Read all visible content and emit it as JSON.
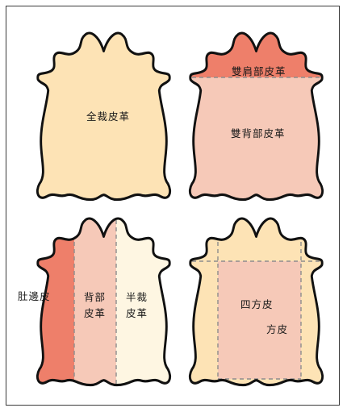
{
  "panels": {
    "whole": {
      "label": "全裁皮革"
    },
    "double": {
      "shoulder_label": "雙肩部皮革",
      "back_label": "雙背部皮革"
    },
    "half": {
      "belly_label": "肚邊皮",
      "back_label_line1": "背部",
      "back_label_line2": "皮革",
      "side_label_line1": "半裁",
      "side_label_line2": "皮革"
    },
    "square": {
      "square_label": "四方皮",
      "small_square_label": "方皮"
    }
  },
  "colors": {
    "cream": "#fde3b5",
    "pink": "#f6c9b8",
    "coral": "#ee7f6a",
    "light_cream": "#fef6e2",
    "outline": "#111111",
    "dash": "#8d8d8d"
  }
}
